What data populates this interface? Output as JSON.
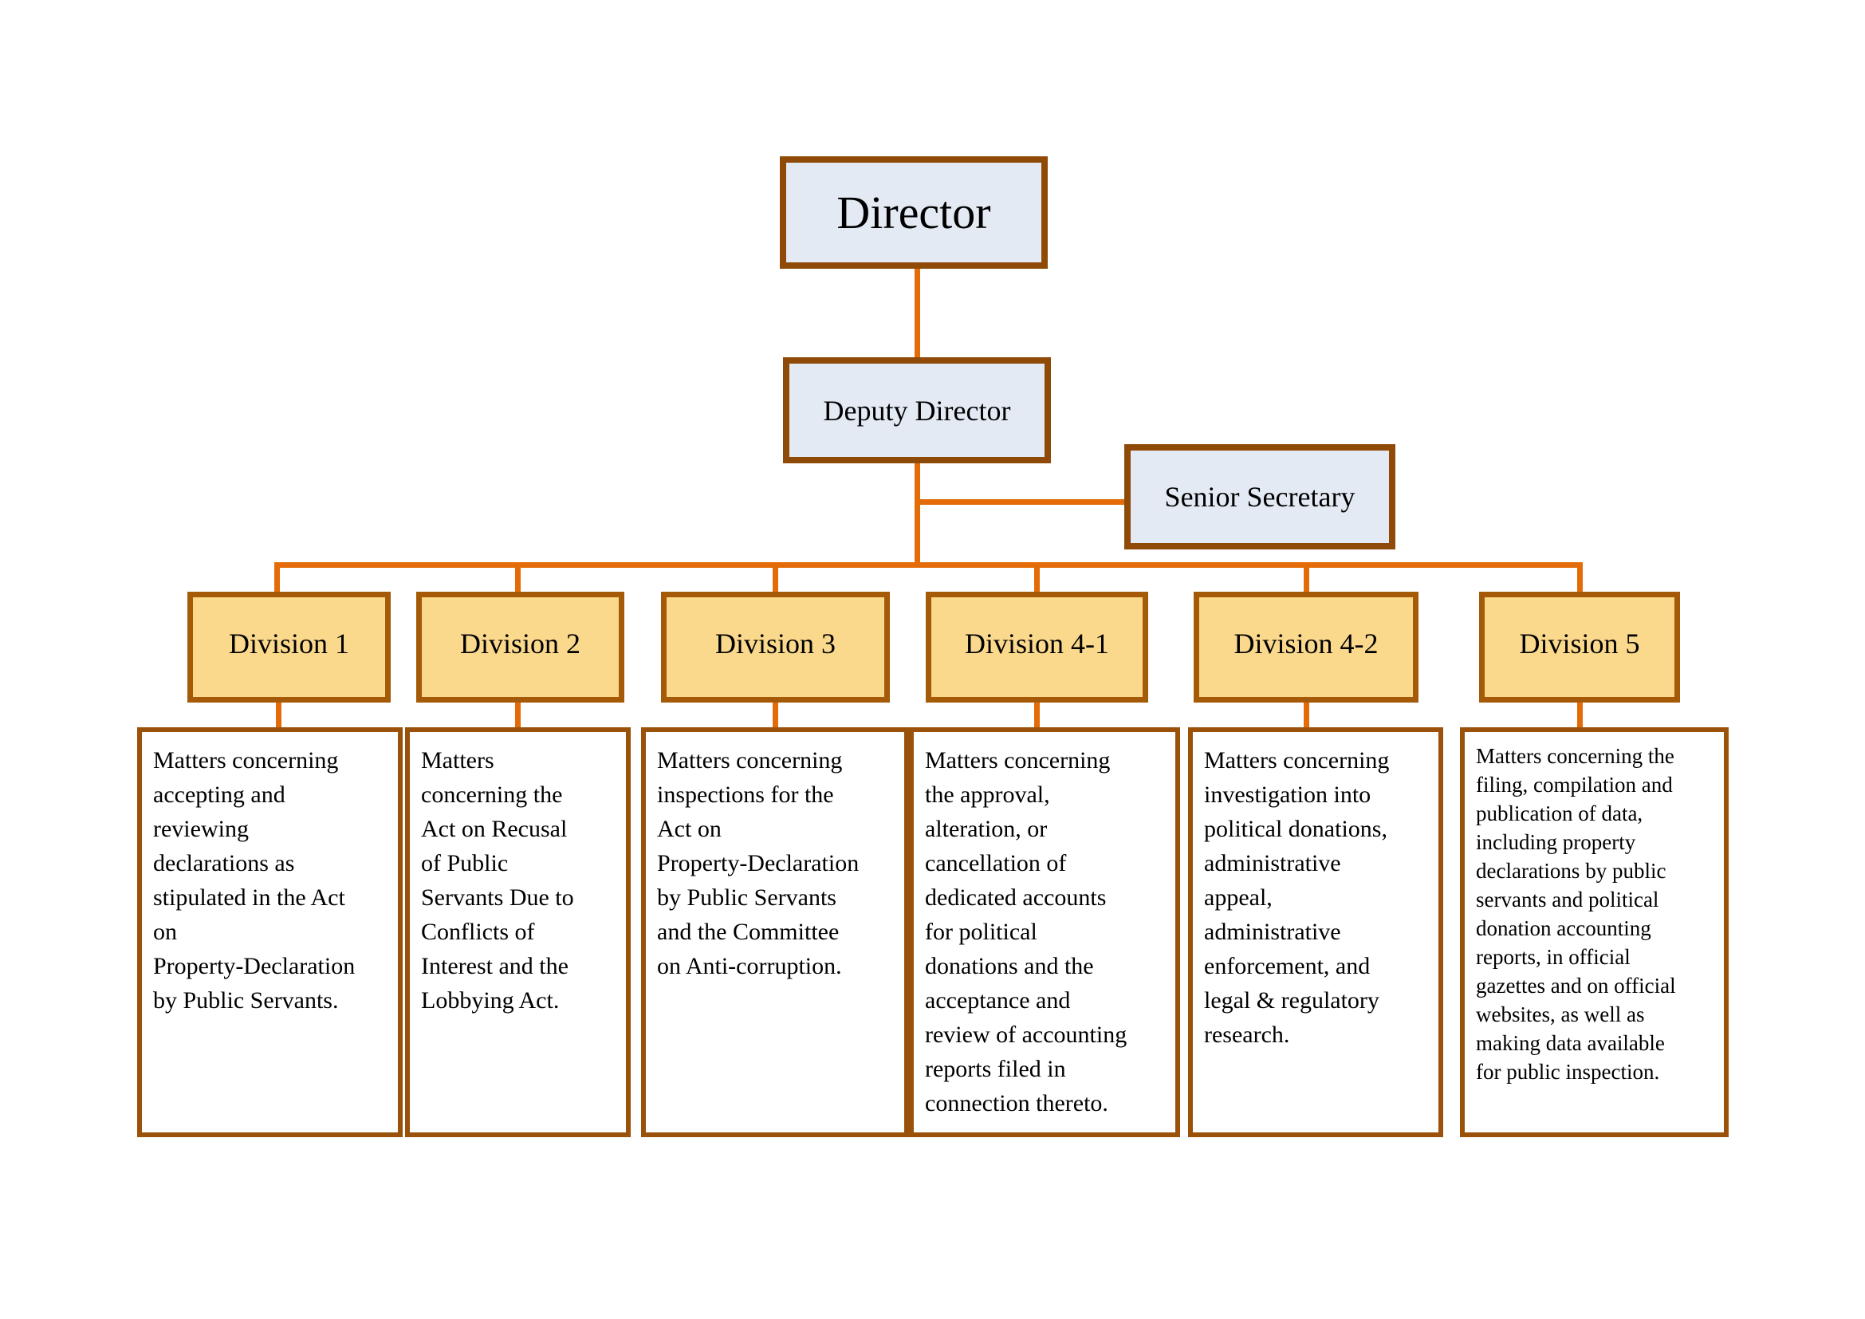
{
  "diagram": {
    "type": "org-chart",
    "nodes": {
      "director": {
        "label": "Director"
      },
      "deputy_director": {
        "label": "Deputy Director"
      },
      "senior_secretary": {
        "label": "Senior Secretary"
      }
    },
    "divisions": [
      {
        "label": "Division 1",
        "description": "Matters concerning\naccepting and\nreviewing\ndeclarations as\nstipulated in the Act\non\nProperty-Declaration\nby Public Servants."
      },
      {
        "label": "Division 2",
        "description": "Matters\nconcerning the\nAct on Recusal\nof Public\nServants Due to\nConflicts of\nInterest and the\nLobbying Act."
      },
      {
        "label": "Division 3",
        "description": "Matters concerning\ninspections for the\nAct on\nProperty-Declaration\nby Public Servants\nand the Committee\non Anti-corruption."
      },
      {
        "label": "Division 4-1",
        "description": "Matters concerning\nthe approval,\nalteration, or\ncancellation of\ndedicated accounts\nfor political\ndonations and the\nacceptance and\nreview of accounting\nreports filed in\nconnection thereto."
      },
      {
        "label": "Division 4-2",
        "description": "Matters concerning\ninvestigation into\npolitical donations,\nadministrative\nappeal,\nadministrative\nenforcement, and\nlegal & regulatory\nresearch."
      },
      {
        "label": "Division 5",
        "description": "Matters concerning the\nfiling, compilation and\npublication of data,\nincluding property\ndeclarations by public\nservants and political\ndonation accounting\nreports, in official\ngazettes and on official\nwebsites, as well as\nmaking data available\nfor public inspection."
      }
    ],
    "colors": {
      "connector_orange": "#E36C09",
      "blue_box_fill": "#E3EAF4",
      "blue_box_border": "#8F4A08",
      "yellow_box_fill": "#FBD98C",
      "yellow_box_border": "#A55A07",
      "description_box_border": "#9A520A",
      "text": "#000000"
    }
  }
}
